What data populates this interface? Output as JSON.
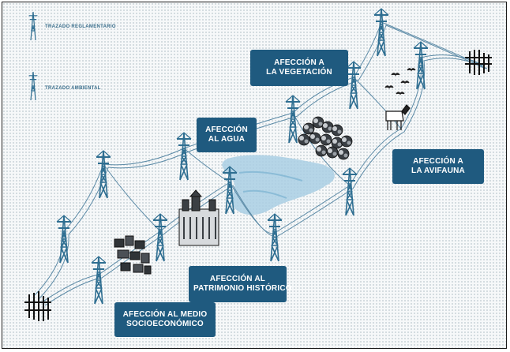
{
  "legend": {
    "regulatory_route": "TRAZADO REGLAMENTARIO",
    "environmental_route": "TRAZADO AMBIENTAL"
  },
  "callouts": {
    "vegetation": {
      "line1": "AFECCIÓN A",
      "line2": "LA VEGETACIÓN"
    },
    "water": {
      "line1": "AFECCIÓN",
      "line2": "AL AGUA"
    },
    "avifauna": {
      "line1": "AFECCIÓN A",
      "line2": "LA AVIFAUNA"
    },
    "heritage": {
      "line1": "AFECCIÓN AL",
      "line2": "PATRIMONIO HISTÓRICO"
    },
    "socioeconomic": {
      "line1": "AFECCIÓN AL MEDIO",
      "line2": "SOCIOECONÓMICO"
    }
  },
  "colors": {
    "callout_bg": "#1f5a7f",
    "tower": "#2e6e91",
    "water": "#a9cfe4",
    "background_dots": "#c9d2d8"
  }
}
